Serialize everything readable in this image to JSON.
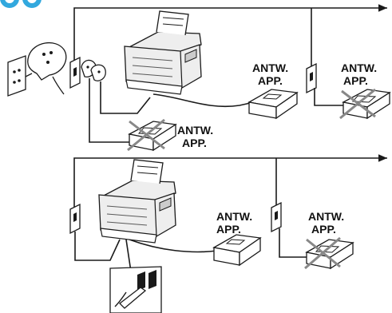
{
  "colors": {
    "accent": "#32a8de",
    "line": "#1a1a1a",
    "device_fill": "#eeeeee",
    "cross": "#888888"
  },
  "icons": [
    "wall-socket-icon",
    "telephone-plug-icon",
    "fax-machine-icon",
    "answering-machine-icon",
    "phone-jack-icon",
    "connector-detail-icon",
    "cross-mark-icon"
  ],
  "top": {
    "answering_machine_label": [
      "ANTW.",
      "APP."
    ],
    "right_crossed_label": [
      "ANTW.",
      "APP."
    ],
    "bottom_crossed_label": [
      "ANTW.",
      "APP."
    ]
  },
  "bottom": {
    "answering_machine_label": [
      "ANTW.",
      "APP."
    ],
    "right_crossed_label": [
      "ANTW.",
      "APP."
    ]
  }
}
